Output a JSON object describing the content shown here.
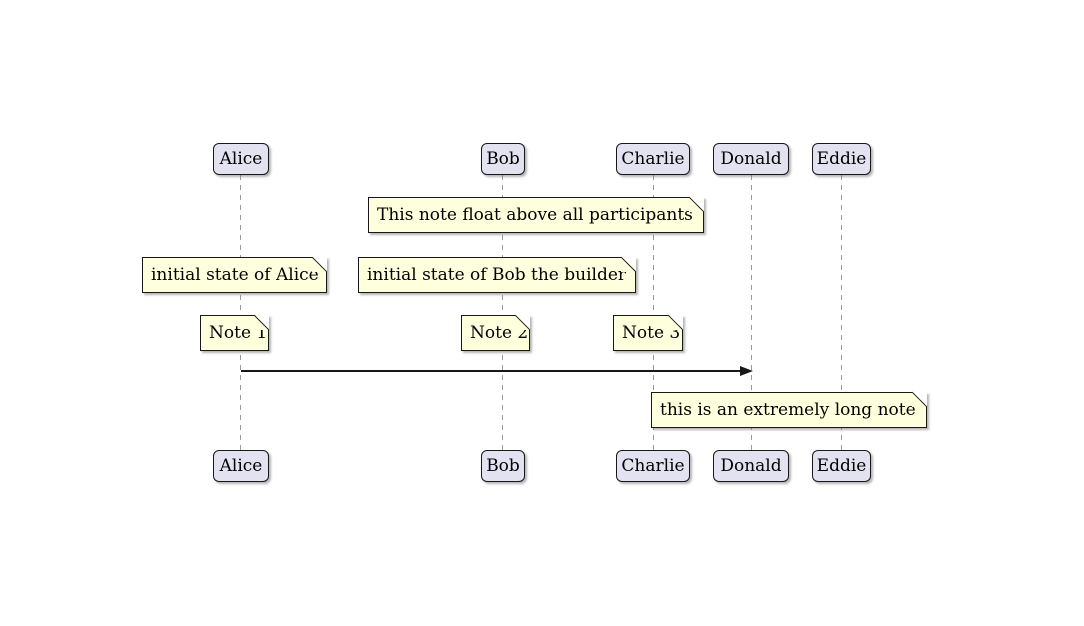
{
  "participants": [
    {
      "name": "Alice"
    },
    {
      "name": "Bob"
    },
    {
      "name": "Charlie"
    },
    {
      "name": "Donald"
    },
    {
      "name": "Eddie"
    }
  ],
  "notes": {
    "floating": "This note float above all participants",
    "alice_state": "initial state of Alice",
    "bob_state": "initial state of Bob the builder",
    "note1": "Note 1",
    "note2": "Note 2",
    "note3": "Note 3",
    "long_note": "this is an extremely long note"
  },
  "message": {
    "from": "Alice",
    "to": "Donald",
    "label": ""
  },
  "colors": {
    "participant_fill": "#E2E2F0",
    "note_fill": "#FEFFDD",
    "border": "#181818",
    "lifeline": "#9A9A9A",
    "arrow": "#181818",
    "background": "#FFFFFF"
  }
}
